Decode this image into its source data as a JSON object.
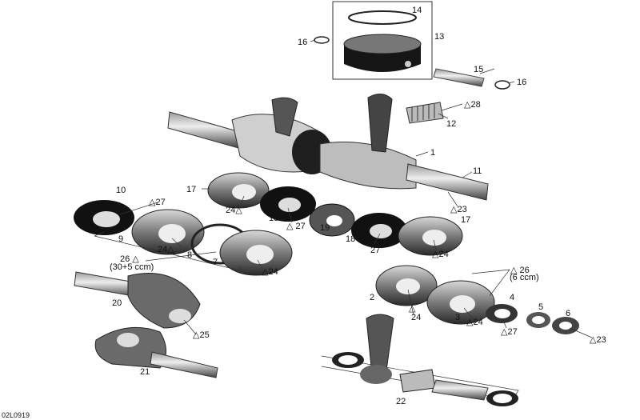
{
  "diagram_code": "02L0919",
  "callouts": {
    "c14": "14",
    "c13": "13",
    "c16a": "16",
    "c15": "15",
    "c16b": "16",
    "c28": "△28",
    "c12": "12",
    "c1": "1",
    "c11": "11",
    "c23a": "△23",
    "c17a": "17",
    "c10": "10",
    "c27a": "△27",
    "c24a": "24△",
    "c18a": "18",
    "c27b": "△ 27",
    "c19": "19",
    "c9": "9",
    "c24b": "24△",
    "c8": "8",
    "c7": "7",
    "c18b": "18",
    "c27c": "27",
    "c17b": "17",
    "c24c": "△24",
    "c26a": "26 △",
    "c26a_note": "(30+5 ccm)",
    "c24d": "△24",
    "c26b": "△ 26",
    "c26b_note": "(6 ccm)",
    "c2": "2",
    "c24e": "△",
    "c24e2": "24",
    "c3": "3",
    "c24f": "△24",
    "c4": "4",
    "c5": "5",
    "c6": "6",
    "c27d": "△27",
    "c23b": "△23",
    "c20": "20",
    "c25": "△25",
    "c21": "21",
    "c22": "22"
  },
  "colors": {
    "part_dark": "#1a1a1a",
    "part_mid": "#6a6a6a",
    "part_light": "#c8c8c8",
    "line": "#333333"
  }
}
